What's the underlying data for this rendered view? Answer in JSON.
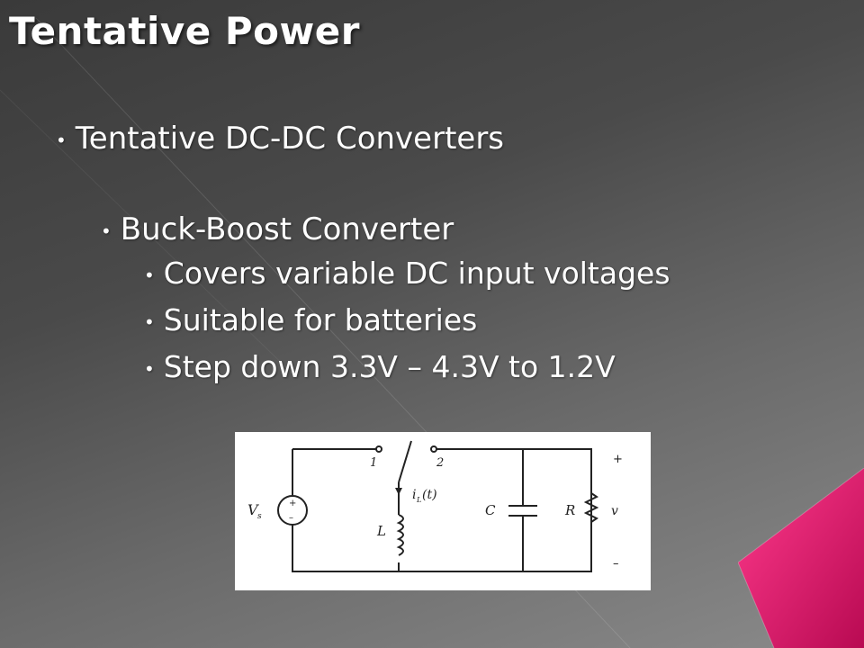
{
  "slide": {
    "title": "Tentative Power",
    "bullets": [
      "Tentative DC-DC Converters",
      "Buck-Boost Converter",
      "Covers variable DC input voltages",
      "Suitable for batteries",
      "Step down 3.3V – 4.3V to 1.2V"
    ]
  },
  "circuit": {
    "node1": "1",
    "node2": "2",
    "source": "V",
    "source_sub": "s",
    "inductor": "L",
    "current": "i",
    "current_sub": "L",
    "current_arg": "(t)",
    "capacitor": "C",
    "resistor": "R",
    "output": "v",
    "plus": "+",
    "minus": "–"
  },
  "colors": {
    "accent": "#e8106a",
    "accent_dark": "#b80a52"
  }
}
